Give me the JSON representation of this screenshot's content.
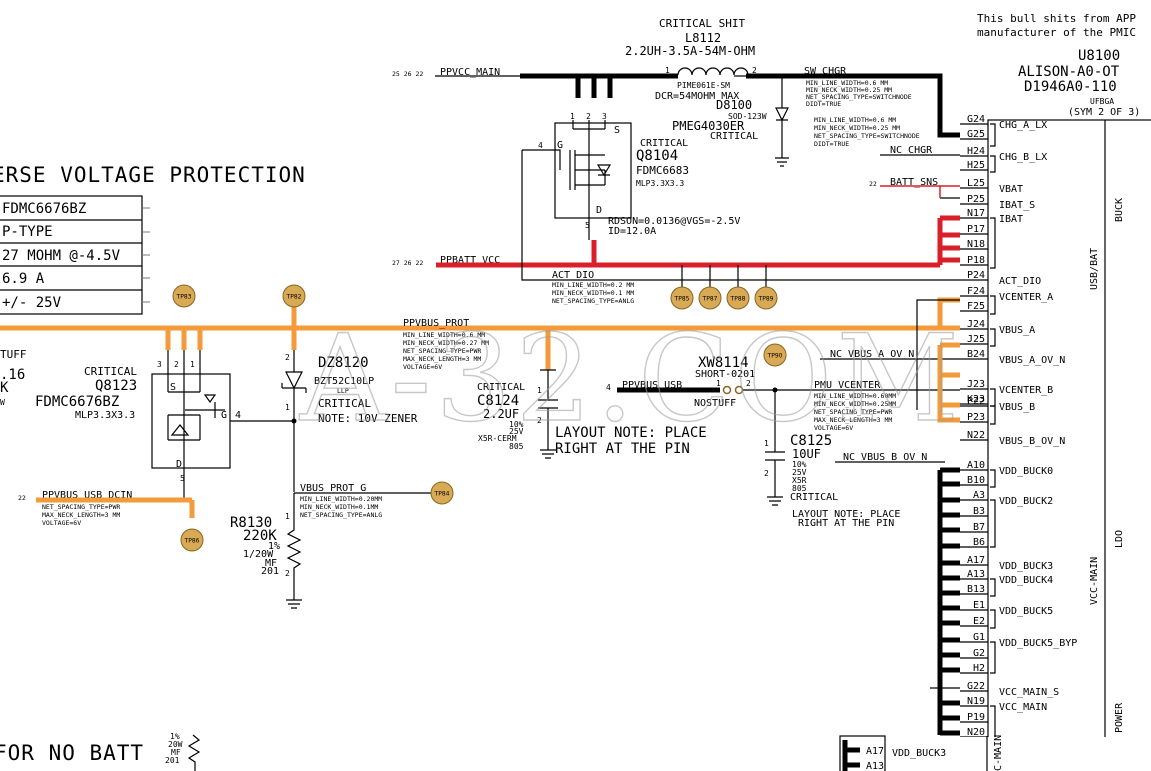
{
  "watermark": "A-32.COM",
  "header": {
    "title": "CRITICAL SHIT",
    "note_line1": "This bull shits from APP",
    "note_line2": "manufacturer of the PMIC"
  },
  "inductor": {
    "ref": "L8112",
    "value": "2.2UH-3.5A-54M-OHM",
    "part": "PIME061E-SM",
    "dcr": "DCR=54MOHM MAX",
    "pin1": "1",
    "pin2": "2"
  },
  "diode_d8100": {
    "ref": "D8100",
    "pkg": "SOD-123W",
    "part": "PMEG4030ER",
    "crit": "CRITICAL"
  },
  "fet_q8104": {
    "crit": "CRITICAL",
    "ref": "Q8104",
    "part": "FDMC6683",
    "pkg": "MLP3.3X3.3",
    "rdson": "RDSON=0.0136@VGS=-2.5V",
    "id": "ID=12.0A",
    "pin_s": "S",
    "pin_g": "G",
    "pin_d": "D",
    "pins_top": [
      "1",
      "2",
      "3"
    ],
    "pin4": "4",
    "pin5": "5"
  },
  "section": {
    "title": "ERSE VOLTAGE PROTECTION",
    "bottom_text": "FOR NO BATT"
  },
  "spec_table": {
    "rows": [
      "FDMC6676BZ",
      "P-TYPE",
      "27 MOHM @-4.5V",
      "6.9 A",
      "+/- 25V"
    ]
  },
  "left_fragments": {
    "nostuff": "TUFF",
    "v16": ".16",
    "k": "K",
    "w": "W",
    "bottom_vals": [
      "1%",
      "20W",
      "MF",
      "201"
    ]
  },
  "fet_q8123": {
    "crit": "CRITICAL",
    "ref": "Q8123",
    "part": "FDMC6676BZ",
    "pkg": "MLP3.3X3.3",
    "pin_s": "S",
    "pin_g": "G",
    "pin_d": "D",
    "pin4": "4",
    "pin5": "5",
    "pins_top": [
      "3",
      "2",
      "1"
    ]
  },
  "zener_dz8120": {
    "ref": "DZ8120",
    "part": "BZT52C10LP",
    "pkg": "LLP",
    "crit": "CRITICAL",
    "note": "NOTE: 10V ZENER",
    "pin1": "1",
    "pin2": "2"
  },
  "resistor_r8130": {
    "ref": "R8130",
    "value": "220K",
    "tol": "1%",
    "power": "1/20W",
    "type": "MF",
    "size": "201",
    "pin1": "1",
    "pin2": "2"
  },
  "cap_c8124": {
    "crit": "CRITICAL",
    "ref": "C8124",
    "value": "2.2UF",
    "tol": "10%",
    "volt": "25V",
    "diel": "X5R-CERM",
    "size": "805",
    "pin1": "1",
    "pin2": "2"
  },
  "cap_c8125": {
    "ref": "C8125",
    "value": "10UF",
    "tol": "10%",
    "volt": "25V",
    "diel": "X5R",
    "size": "805",
    "crit": "CRITICAL",
    "pin1": "1",
    "pin2": "2"
  },
  "xw8114": {
    "ref": "XW8114",
    "part": "SHORT-0201",
    "stuff": "NOSTUFF",
    "pin1": "1",
    "pin2": "2"
  },
  "layout_notes": {
    "left_line1": "LAYOUT NOTE: PLACE",
    "left_line2": "RIGHT AT THE PIN",
    "right_line1": "LAYOUT NOTE: PLACE",
    "right_line2": "RIGHT AT THE PIN"
  },
  "nets": {
    "ppvcc_main": {
      "name": "PPVCC_MAIN",
      "refs": "25 26 22"
    },
    "sw_chgr": {
      "name": "SW_CHGR",
      "props": [
        "MIN_LINE_WIDTH=0.6 MM",
        "MIN_NECK_WIDTH=0.25 MM",
        "NET_SPACING_TYPE=SWITCHNODE",
        "DIDT=TRUE"
      ]
    },
    "sw_chgr_props2": [
      "MIN_LINE_WIDTH=0.6 MM",
      "MIN_NECK_WIDTH=0.25 MM",
      "NET_SPACING_TYPE=SWITCHNODE",
      "DIDT=TRUE"
    ],
    "nc_chgr": {
      "name": "NC_CHGR"
    },
    "batt_sns": {
      "name": "BATT_SNS",
      "refs": "22"
    },
    "ppbatt_vcc": {
      "name": "PPBATT_VCC",
      "refs": "27 26 22"
    },
    "act_dio": {
      "name": "ACT_DIO",
      "props": [
        "MIN_LINE_WIDTH=0.2 MM",
        "MIN_NECK_WIDTH=0.1 MM",
        "NET_SPACING_TYPE=ANLG"
      ]
    },
    "ppvbus_prot": {
      "name": "PPVBUS_PROT",
      "props": [
        "MIN_LINE_WIDTH=0.6 MM",
        "MIN_NECK_WIDTH=0.27 MM",
        "NET_SPACING_TYPE=PWR",
        "MAX_NECK_LENGTH=3 MM",
        "VOLTAGE=6V"
      ]
    },
    "ppvbus_usb_dcin": {
      "name": "PPVBUS_USB_DCIN",
      "refs": "22",
      "props": [
        "NET_SPACING_TYPE=PWR",
        "MAX_NECK_LENGTH=3 MM",
        "VOLTAGE=6V"
      ]
    },
    "vbus_prot_g": {
      "name": "VBUS_PROT_G",
      "props": [
        "MIN_LINE_WIDTH=0.20MM",
        "MIN_NECK_WIDTH=0.1MM",
        "NET_SPACING_TYPE=ANLG"
      ]
    },
    "ppvbus_usb": {
      "name": "PPVBUS_USB",
      "refs": "4"
    },
    "pmu_vcenter": {
      "name": "PMU_VCENTER",
      "props": [
        "MIN_LINE_WIDTH=0.60MM",
        "MIN_NECK_WIDTH=0.25MM",
        "NET_SPACING_TYPE=PWR",
        "MAX_NECK_LENGTH=3 MM",
        "VOLTAGE=6V"
      ]
    },
    "nc_vbus_a_ov_n": {
      "name": "NC_VBUS_A_OV_N"
    },
    "nc_vbus_b_ov_n": {
      "name": "NC_VBUS_B_OV_N"
    }
  },
  "test_points": [
    "TP83",
    "TP82",
    "TP86",
    "TP84",
    "TP85",
    "TP87",
    "TP88",
    "TP89",
    "TP90"
  ],
  "pmic": {
    "ref": "U8100",
    "part": "ALISON-A0-OT",
    "pn": "D1946A0-110",
    "pkg": "UFBGA",
    "sym": "(SYM 2 OF 3)",
    "groups": [
      "BUCK",
      "USB/BAT",
      "LDO",
      "VCC-MAIN",
      "POWER"
    ],
    "pins": [
      {
        "ball": "G24",
        "name": "CHG_A_LX"
      },
      {
        "ball": "G25",
        "name": ""
      },
      {
        "ball": "H24",
        "name": "CHG_B_LX"
      },
      {
        "ball": "H25",
        "name": ""
      },
      {
        "ball": "L25",
        "name": "VBAT"
      },
      {
        "ball": "P25",
        "name": "IBAT_S"
      },
      {
        "ball": "N17",
        "name": "IBAT"
      },
      {
        "ball": "P17",
        "name": ""
      },
      {
        "ball": "N18",
        "name": ""
      },
      {
        "ball": "P18",
        "name": ""
      },
      {
        "ball": "P24",
        "name": "ACT_DIO"
      },
      {
        "ball": "F24",
        "name": "VCENTER_A"
      },
      {
        "ball": "F25",
        "name": ""
      },
      {
        "ball": "J24",
        "name": "VBUS_A"
      },
      {
        "ball": "J25",
        "name": ""
      },
      {
        "ball": "B24",
        "name": "VBUS_A_OV_N"
      },
      {
        "ball": "J23",
        "name": "VCENTER_B"
      },
      {
        "ball": "K23",
        "name": ""
      },
      {
        "ball": "P22",
        "name": "VBUS_B"
      },
      {
        "ball": "P23",
        "name": ""
      },
      {
        "ball": "N22",
        "name": "VBUS_B_OV_N"
      },
      {
        "ball": "A10",
        "name": "VDD_BUCK0"
      },
      {
        "ball": "B10",
        "name": ""
      },
      {
        "ball": "A3",
        "name": "VDD_BUCK2"
      },
      {
        "ball": "B3",
        "name": ""
      },
      {
        "ball": "B7",
        "name": ""
      },
      {
        "ball": "B6",
        "name": ""
      },
      {
        "ball": "A17",
        "name": "VDD_BUCK3"
      },
      {
        "ball": "A13",
        "name": "VDD_BUCK4"
      },
      {
        "ball": "B13",
        "name": ""
      },
      {
        "ball": "E1",
        "name": "VDD_BUCK5"
      },
      {
        "ball": "E2",
        "name": ""
      },
      {
        "ball": "G1",
        "name": "VDD_BUCK5_BYP"
      },
      {
        "ball": "G2",
        "name": ""
      },
      {
        "ball": "H2",
        "name": ""
      },
      {
        "ball": "G22",
        "name": "VCC_MAIN_S"
      },
      {
        "ball": "N19",
        "name": "VCC_MAIN"
      },
      {
        "ball": "P19",
        "name": ""
      },
      {
        "ball": "N20",
        "name": ""
      }
    ]
  },
  "bottom_inset": {
    "pins": [
      {
        "ball": "A17",
        "name": "VDD_BUCK3"
      },
      {
        "ball": "A13",
        "name": ""
      }
    ],
    "group": "C-MAIN"
  }
}
